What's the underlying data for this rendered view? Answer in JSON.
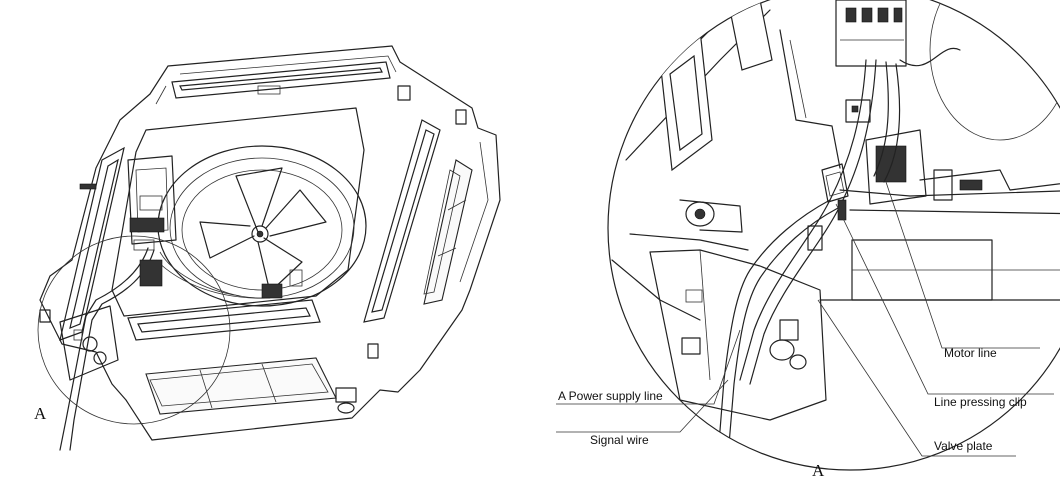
{
  "figure": {
    "view_letter_left": "A",
    "view_letter_right": "A",
    "labels": {
      "motor_line": "Motor line",
      "power_supply_line": "A Power supply line",
      "line_pressing_clip": "Line pressing clip",
      "signal_wire": "Signal wire",
      "valve_plate": "Valve plate"
    }
  }
}
